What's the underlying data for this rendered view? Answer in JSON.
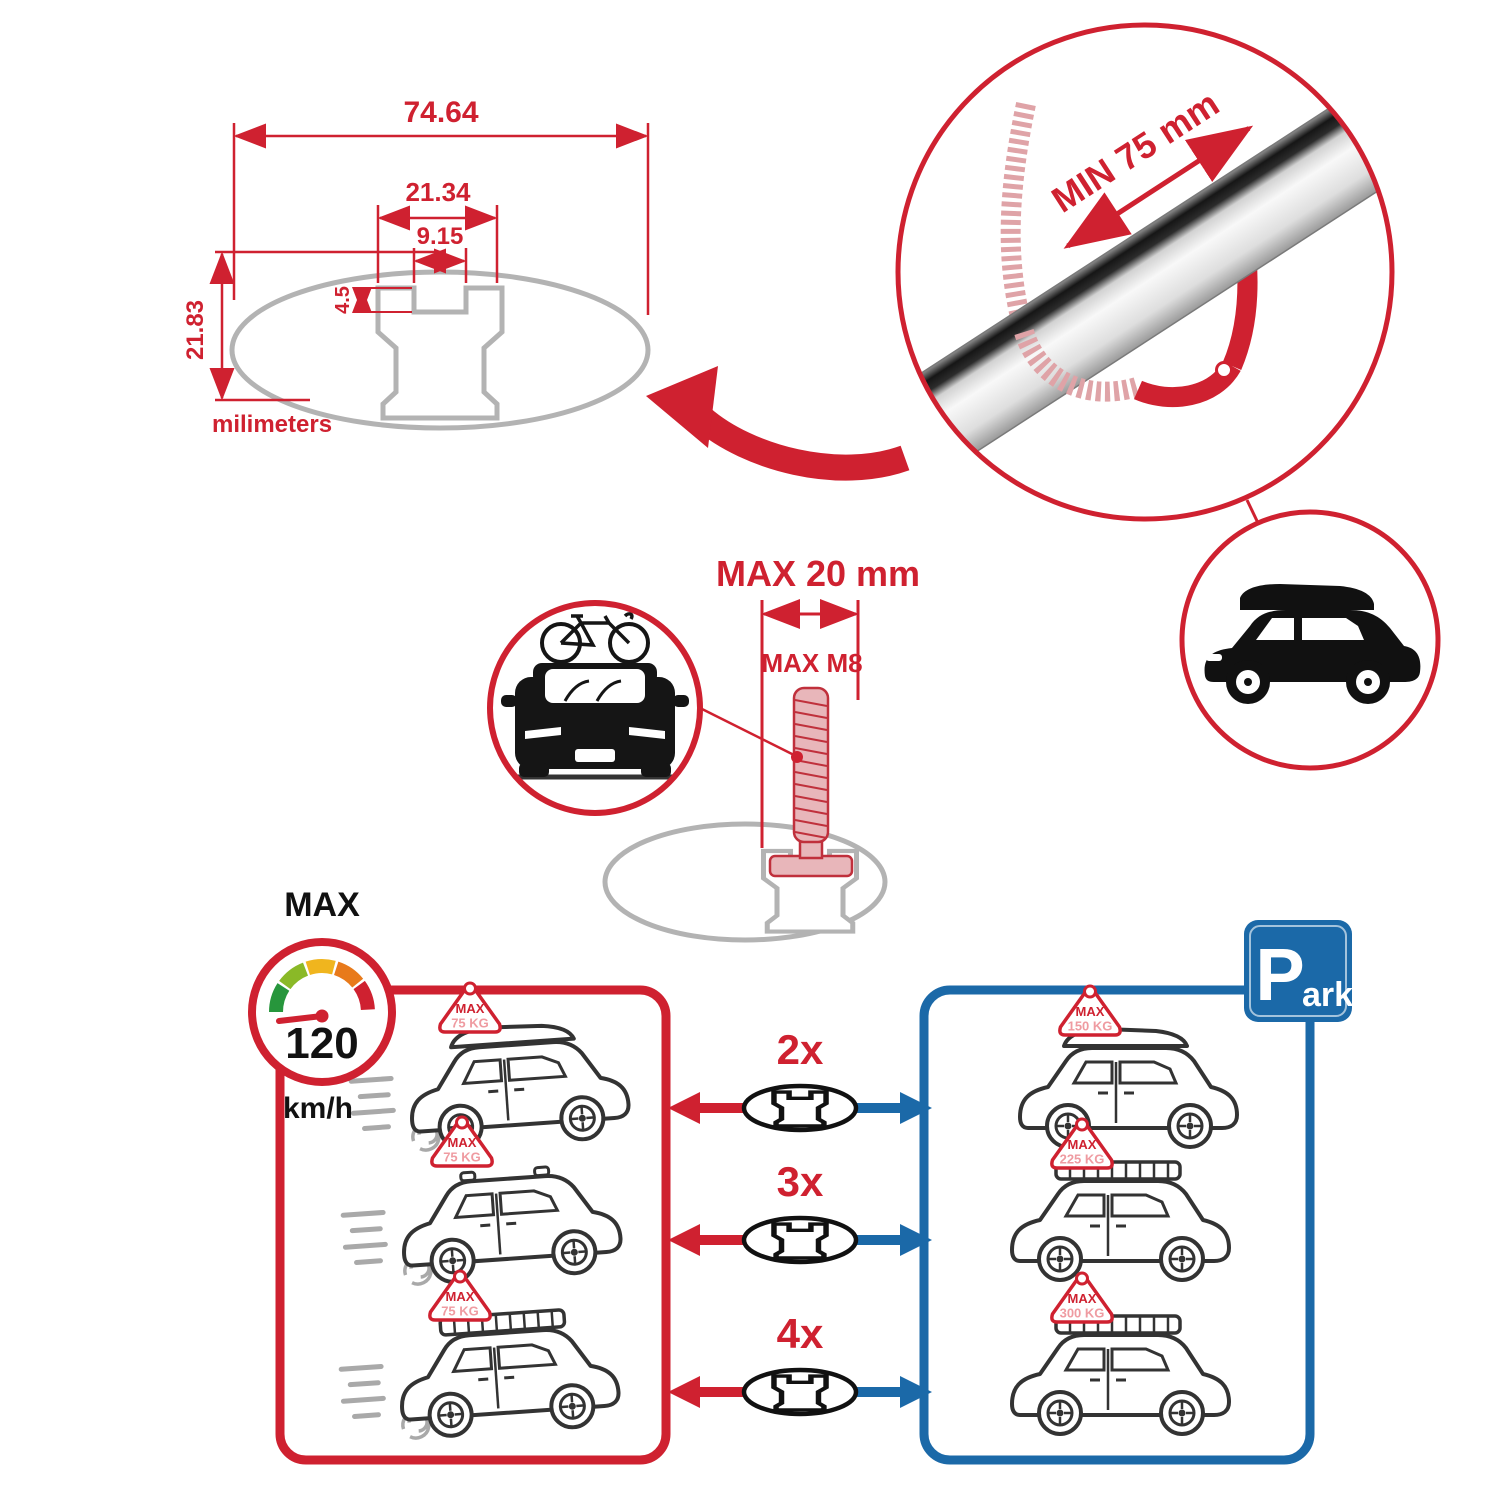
{
  "dimension_diagram": {
    "total_width": "74.64",
    "inner_width": "21.34",
    "slot_width": "9.15",
    "lip_height": "4.5",
    "total_height": "21.83",
    "unit_label": "milimeters"
  },
  "bar_detail": {
    "min_clearance": "MIN 75 mm"
  },
  "bolt_detail": {
    "max_width": "MAX 20 mm",
    "max_thread": "MAX M8"
  },
  "speed_gauge": {
    "title": "MAX",
    "value": "120",
    "unit": "km/h"
  },
  "quantities": [
    {
      "label": "2x"
    },
    {
      "label": "3x"
    },
    {
      "label": "4x"
    }
  ],
  "driving_cars": [
    {
      "badge_max": "MAX",
      "badge_weight": "75 KG"
    },
    {
      "badge_max": "MAX",
      "badge_weight": "75 KG"
    },
    {
      "badge_max": "MAX",
      "badge_weight": "75 KG"
    }
  ],
  "parked_cars": [
    {
      "badge_max": "MAX",
      "badge_weight": "150 KG"
    },
    {
      "badge_max": "MAX",
      "badge_weight": "225 KG"
    },
    {
      "badge_max": "MAX",
      "badge_weight": "300 KG"
    }
  ],
  "parking_sign": {
    "letter": "P",
    "suffix": "ark"
  },
  "colors": {
    "accent_red": "#cf2130",
    "accent_blue": "#1b69a8",
    "outline_gray": "#b3b3b3"
  }
}
